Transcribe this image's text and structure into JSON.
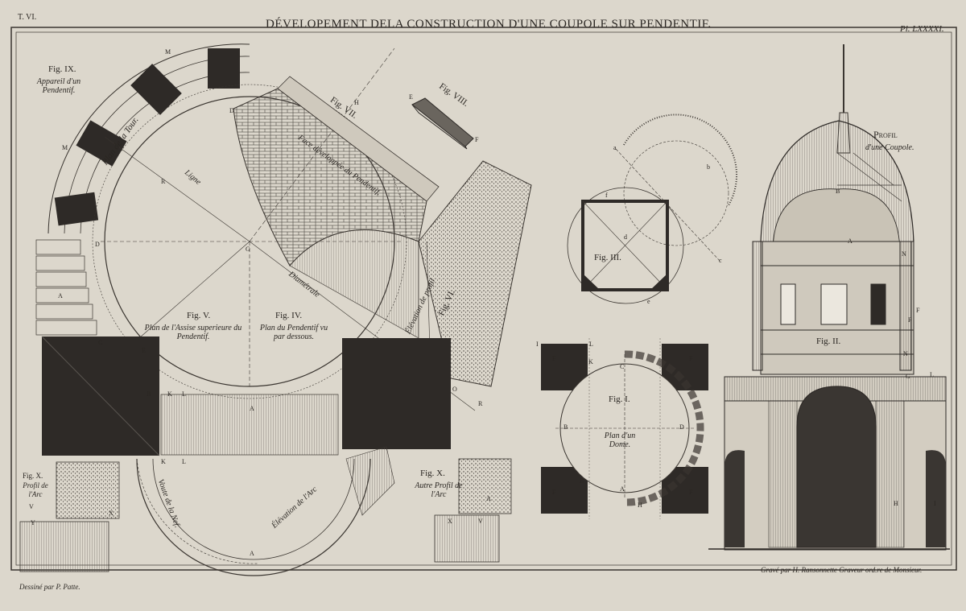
{
  "plate": {
    "tome": "T. VI.",
    "title": "DÉVELOPEMENT DELA CONSTRUCTION D'UNE COUPOLE SUR PENDENTIF.",
    "plate_number": "Pl. LXXXXI.",
    "credit_left": "Dessiné par P. Patte.",
    "credit_right": "Gravé par H. Ransonnette Graveur ord.re de Monsieur."
  },
  "figures": {
    "fig1": {
      "label": "Fig. I.",
      "caption": "Plan d'un Dome."
    },
    "fig2": {
      "label": "Fig. II."
    },
    "fig3": {
      "label": "Fig. III."
    },
    "fig4": {
      "label": "Fig. IV.",
      "caption": "Plan du Pendentif vu par dessous."
    },
    "fig5": {
      "label": "Fig. V.",
      "caption": "Plan de l'Assise superieure du Pendentif."
    },
    "fig6": {
      "label": "Fig. VI.",
      "caption": "Élévation de profil"
    },
    "fig7": {
      "label": "Fig. VII.",
      "caption": "Face développée du Pendentif."
    },
    "fig8": {
      "label": "Fig. VIII."
    },
    "fig9": {
      "label": "Fig. IX.",
      "caption": "Appareil d'un Pendentif."
    },
    "fig10a": {
      "label": "Fig. X.",
      "caption": "Profil de l'Arc"
    },
    "fig10b": {
      "label": "Fig. X.",
      "caption": "Autre Profil de l'Arc"
    },
    "profil": {
      "title": "Profil",
      "caption": "d'une Coupole."
    }
  },
  "annotations": {
    "plan_tour": "Plan de la Tour.",
    "ligne": "Ligne",
    "diametrale": "Diamétrale",
    "elevation_arc": "Élévation de l'Arc",
    "voute_nef": "Voute de la Nef."
  }
}
